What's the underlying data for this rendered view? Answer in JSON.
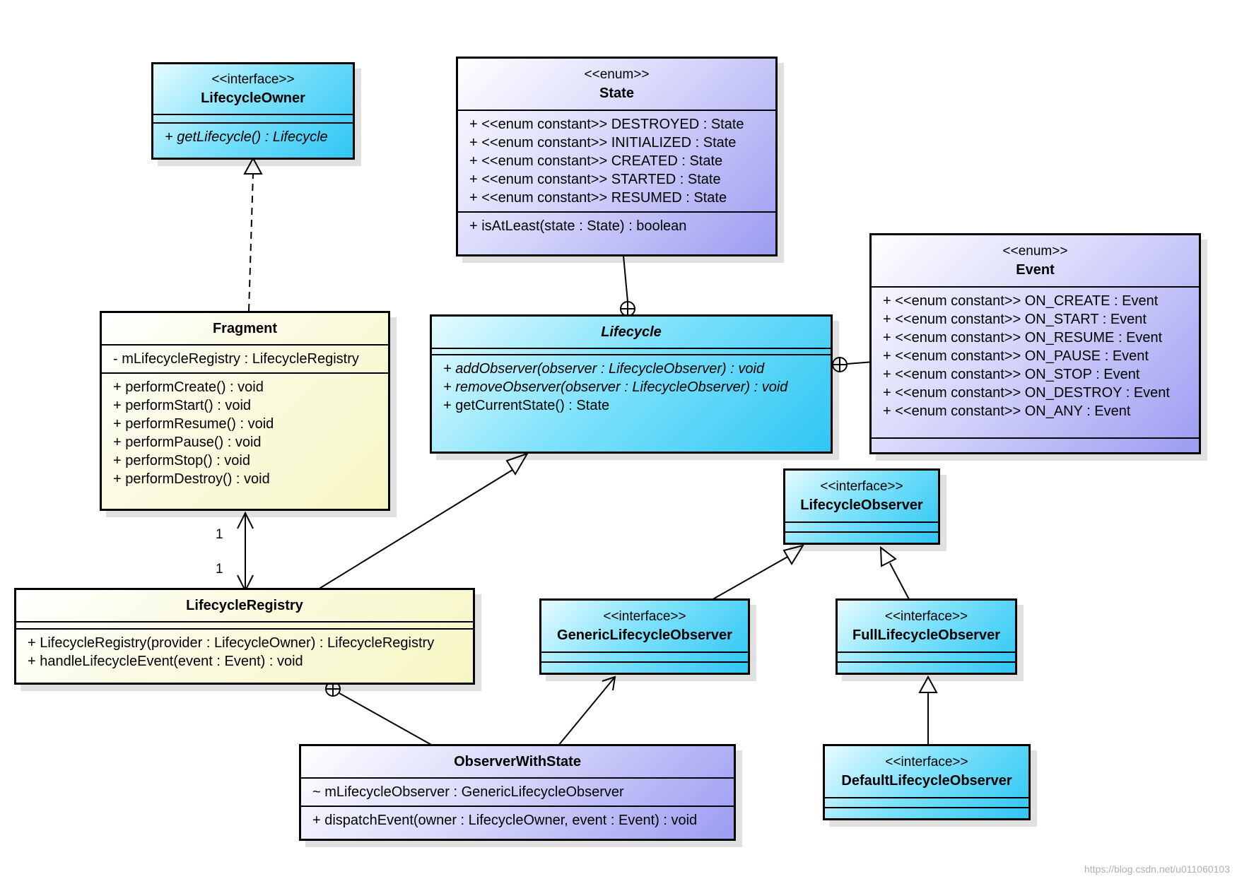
{
  "classes": {
    "lifecycle_owner": {
      "stereotype": "<<interface>>",
      "name": "LifecycleOwner",
      "methods": [
        "+ getLifecycle() : Lifecycle"
      ]
    },
    "state": {
      "stereotype": "<<enum>>",
      "name": "State",
      "attributes": [
        "+ <<enum constant>> DESTROYED : State",
        "+ <<enum constant>> INITIALIZED : State",
        "+ <<enum constant>> CREATED : State",
        "+ <<enum constant>> STARTED : State",
        "+ <<enum constant>> RESUMED : State"
      ],
      "methods": [
        "+ isAtLeast(state : State) : boolean"
      ]
    },
    "event": {
      "stereotype": "<<enum>>",
      "name": "Event",
      "attributes": [
        "+ <<enum constant>> ON_CREATE : Event",
        "+ <<enum constant>> ON_START : Event",
        "+ <<enum constant>> ON_RESUME : Event",
        "+ <<enum constant>> ON_PAUSE : Event",
        "+ <<enum constant>> ON_STOP : Event",
        "+ <<enum constant>> ON_DESTROY : Event",
        "+ <<enum constant>> ON_ANY : Event"
      ]
    },
    "fragment": {
      "name": "Fragment",
      "attributes": [
        "- mLifecycleRegistry : LifecycleRegistry"
      ],
      "methods": [
        "+ performCreate() : void",
        "+ performStart() : void",
        "+ performResume() : void",
        "+ performPause() : void",
        "+ performStop() : void",
        "+ performDestroy() : void"
      ]
    },
    "lifecycle": {
      "name": "Lifecycle",
      "methods": [
        "+ addObserver(observer : LifecycleObserver) : void",
        "+ removeObserver(observer : LifecycleObserver) : void",
        "+ getCurrentState() : State"
      ]
    },
    "lifecycle_observer": {
      "stereotype": "<<interface>>",
      "name": "LifecycleObserver"
    },
    "lifecycle_registry": {
      "name": "LifecycleRegistry",
      "methods": [
        "+ LifecycleRegistry(provider : LifecycleOwner) : LifecycleRegistry",
        "+ handleLifecycleEvent(event : Event) : void"
      ]
    },
    "generic_lifecycle_observer": {
      "stereotype": "<<interface>>",
      "name": "GenericLifecycleObserver"
    },
    "full_lifecycle_observer": {
      "stereotype": "<<interface>>",
      "name": "FullLifecycleObserver"
    },
    "observer_with_state": {
      "name": "ObserverWithState",
      "attributes": [
        "~ mLifecycleObserver : GenericLifecycleObserver"
      ],
      "methods": [
        "+ dispatchEvent(owner : LifecycleOwner, event : Event) : void"
      ]
    },
    "default_lifecycle_observer": {
      "stereotype": "<<interface>>",
      "name": "DefaultLifecycleObserver"
    }
  },
  "multiplicity": {
    "fragment_end": "1",
    "registry_end": "1"
  },
  "watermark": "https://blog.csdn.net/u011060103",
  "colors": {
    "yellow": "#f6f6c4",
    "cyan": "#2fc6f4",
    "purple": "#9c9cf2",
    "line": "#000000"
  }
}
